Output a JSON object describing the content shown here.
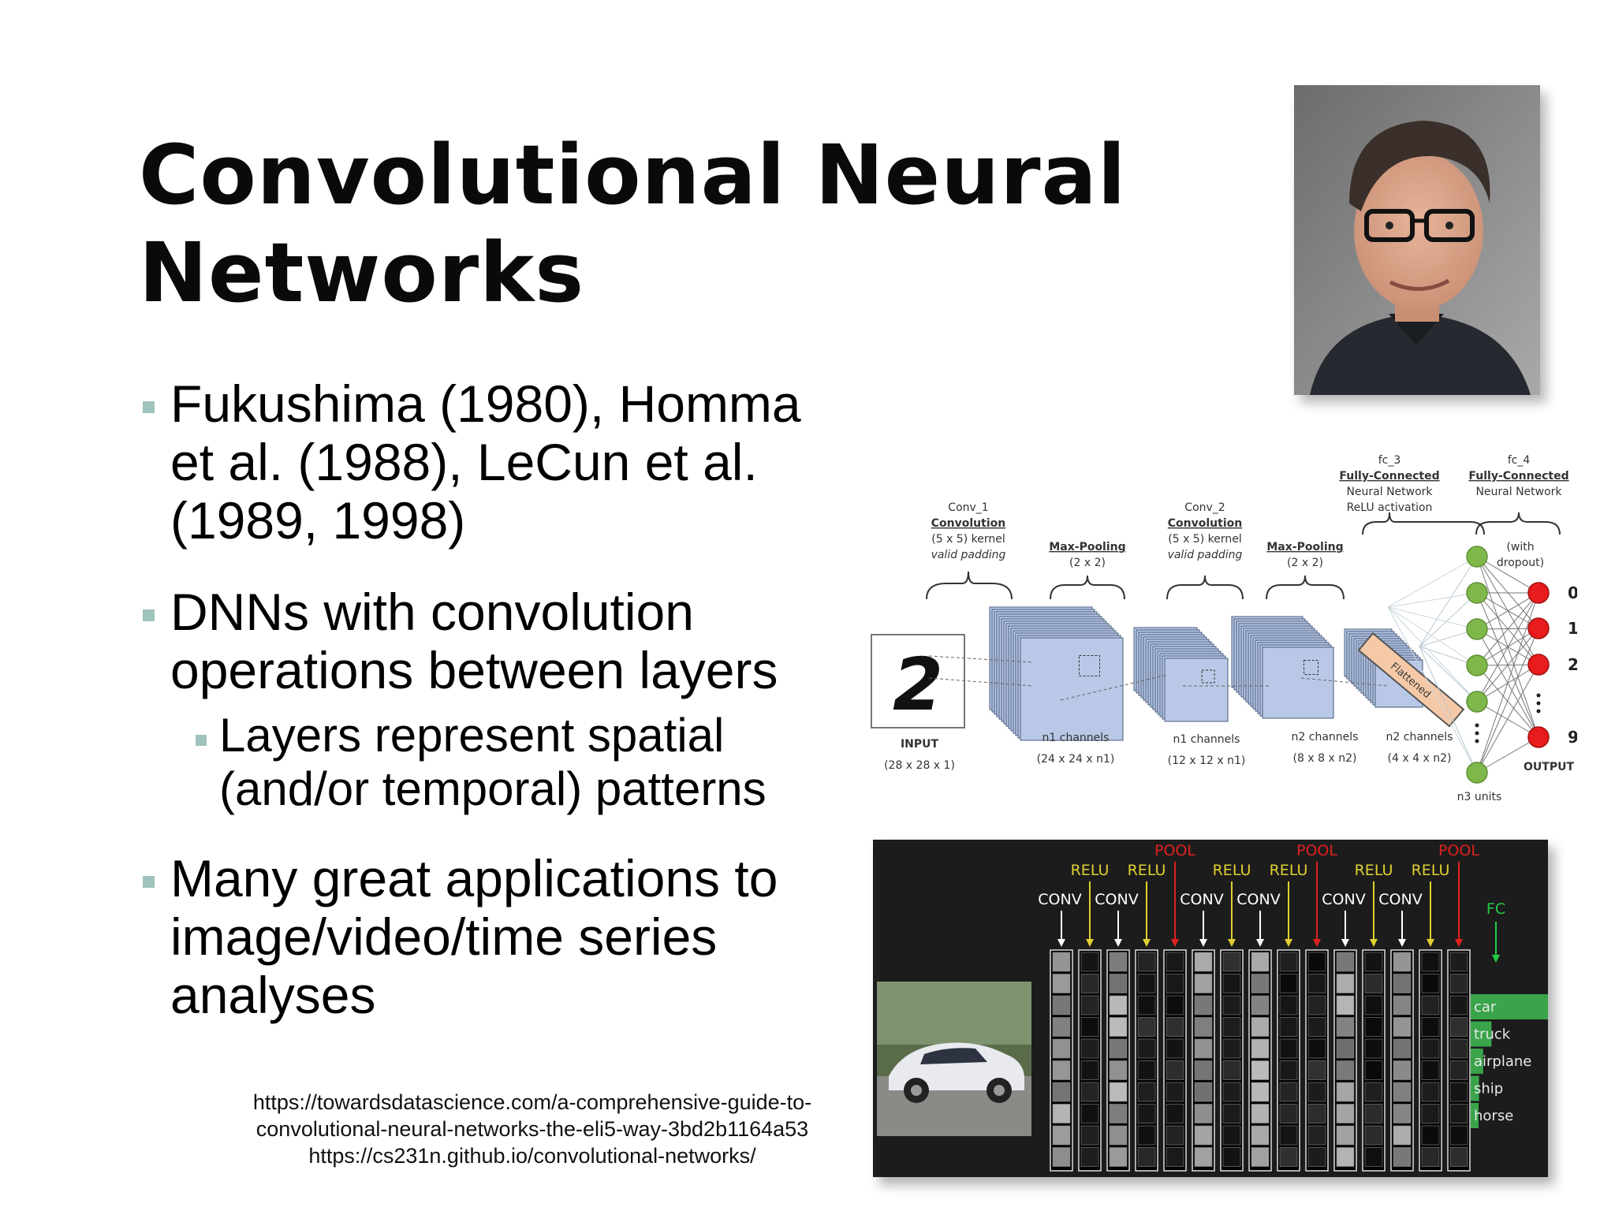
{
  "slide": {
    "title_line1": "Convolutional Neural",
    "title_line2": "Networks",
    "bullets": [
      {
        "text": "Fukushima (1980), Homma et al. (1988), LeCun et al. (1989, 1998)"
      },
      {
        "text": "DNNs with convolution operations between layers",
        "sub": [
          "Layers represent spatial (and/or temporal) patterns"
        ]
      },
      {
        "text": "Many great applications to image/video/time series analyses"
      }
    ],
    "references": [
      "https://towardsdatascience.com/a-comprehensive-guide-to-",
      "convolutional-neural-networks-the-eli5-way-3bd2b1164a53",
      "https://cs231n.github.io/convolutional-networks/"
    ]
  },
  "architecture": {
    "conv1": [
      "Conv_1",
      "Convolution",
      "(5 x 5) kernel",
      "valid padding"
    ],
    "pool1": [
      "Max-Pooling",
      "(2 x 2)"
    ],
    "conv2": [
      "Conv_2",
      "Convolution",
      "(5 x 5) kernel",
      "valid padding"
    ],
    "pool2": [
      "Max-Pooling",
      "(2 x 2)"
    ],
    "fc3": [
      "fc_3",
      "Fully-Connected",
      "Neural Network",
      "ReLU activation"
    ],
    "fc4": [
      "fc_4",
      "Fully-Connected",
      "Neural Network"
    ],
    "dropout": [
      "(with",
      "dropout)"
    ],
    "flattened": "Flattened",
    "input": [
      "INPUT",
      "(28 x 28 x 1)"
    ],
    "layers": [
      [
        "n1 channels",
        "(24 x 24 x n1)"
      ],
      [
        "n1 channels",
        "(12 x 12 x n1)"
      ],
      [
        "n2 channels",
        "(8 x 8 x n2)"
      ],
      [
        "n2 channels",
        "(4 x 4 x n2)"
      ]
    ],
    "n3": "n3 units",
    "output": "OUTPUT",
    "outputs": [
      "0",
      "1",
      "2",
      "9"
    ],
    "digit": "2"
  },
  "visualization": {
    "pool_labels": [
      "POOL",
      "POOL",
      "POOL"
    ],
    "relu_labels": [
      "RELU",
      "RELU",
      "RELU",
      "RELU",
      "RELU",
      "RELU"
    ],
    "conv_labels": [
      "CONV",
      "CONV",
      "CONV",
      "CONV",
      "CONV",
      "CONV"
    ],
    "fc_label": "FC",
    "classes": [
      "car",
      "truck",
      "airplane",
      "ship",
      "horse"
    ],
    "class_scores": [
      1.0,
      0.2,
      0.12,
      0.08,
      0.06
    ],
    "colors": {
      "pool": "#e02020",
      "relu": "#e0d030",
      "conv": "#ffffff",
      "fc": "#22cc44",
      "bar": "#3aa44a"
    }
  }
}
